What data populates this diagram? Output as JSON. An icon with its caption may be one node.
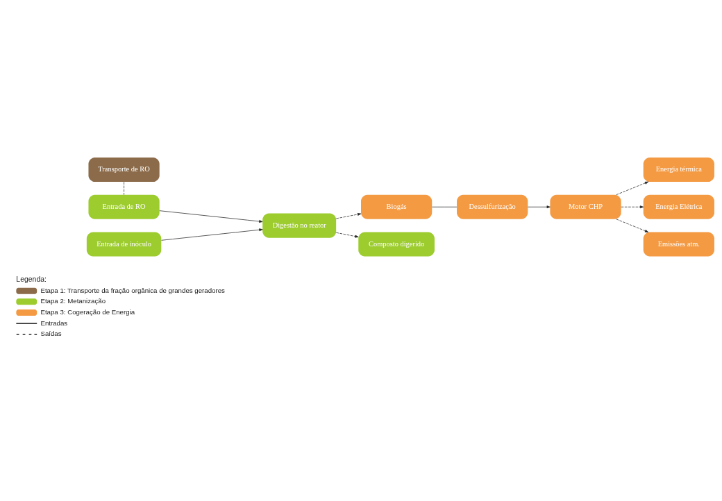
{
  "diagram": {
    "nodes": [
      {
        "text": [
          "Transporte de RO"
        ]
      },
      {
        "text": [
          "Entrada de RO"
        ]
      },
      {
        "text": [
          "Entrada de inóculo"
        ]
      },
      {
        "text": [
          "Digestão no reator"
        ]
      },
      {
        "text": [
          "Biogás"
        ]
      },
      {
        "text": [
          "Dessulfurização"
        ]
      },
      {
        "text": [
          "Motor CHP"
        ]
      },
      {
        "text": [
          "Composto digerido"
        ]
      },
      {
        "text": [
          "Energia térmica"
        ]
      },
      {
        "text": [
          "Energia Elétrica"
        ]
      },
      {
        "text": [
          "Emissões atm."
        ]
      }
    ],
    "edges": [
      {
        "from": 0,
        "to": 1,
        "arrow": "none",
        "style": "dashed"
      },
      {
        "from": 1,
        "to": 3,
        "arrow": "to"
      },
      {
        "from": 2,
        "to": 3,
        "arrow": "to"
      },
      {
        "from": 3,
        "to": 4,
        "arrow": "to",
        "style": "dashed"
      },
      {
        "from": 3,
        "to": 7,
        "arrow": "to",
        "style": "dashed"
      },
      {
        "from": 4,
        "to": 5,
        "arrow": "none"
      },
      {
        "from": 5,
        "to": 6,
        "arrow": "to"
      },
      {
        "from": 6,
        "to": 8,
        "arrow": "to",
        "style": "dashed"
      },
      {
        "from": 6,
        "to": 9,
        "arrow": "to",
        "style": "dashed"
      },
      {
        "from": 6,
        "to": 10,
        "arrow": "to",
        "style": "dashed"
      }
    ],
    "labels": [
      "Legenda:"
    ],
    "legend": [
      {
        "text": "Etapa 1: Transporte da fração orgânica de grandes geradores",
        "color": "#8b6b4a"
      },
      {
        "text": "Etapa 2: Metanização",
        "color": "#9ccc2e"
      },
      {
        "text": "Etapa 3: Cogeração de Energia",
        "color": "#f39a43"
      },
      {
        "text": "Entradas"
      },
      {
        "text": "Saídas"
      }
    ]
  }
}
